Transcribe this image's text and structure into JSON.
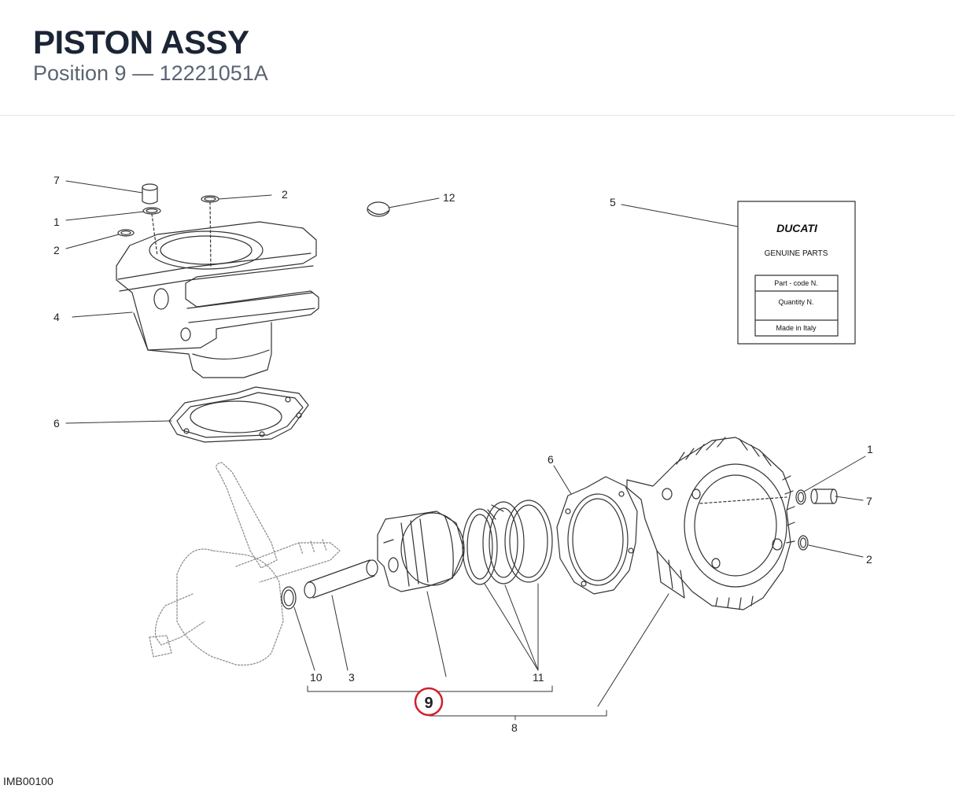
{
  "header": {
    "title": "PISTON ASSY",
    "position_label": "Position 9",
    "separator": "—",
    "part_code": "12221051A"
  },
  "diagram": {
    "callouts": [
      "7",
      "1",
      "2",
      "2",
      "12",
      "5",
      "4",
      "6",
      "6",
      "1",
      "7",
      "2",
      "10",
      "3",
      "11",
      "9",
      "8"
    ],
    "highlighted_callout": "9",
    "label_card": {
      "brand": "DUCATI",
      "heading": "GENUINE PARTS",
      "rows": [
        "Part - code N.",
        "Quantity N.",
        "Made in Italy"
      ]
    },
    "highlight_color": "#d0202a"
  },
  "footer": {
    "image_code": "IMB00100"
  }
}
